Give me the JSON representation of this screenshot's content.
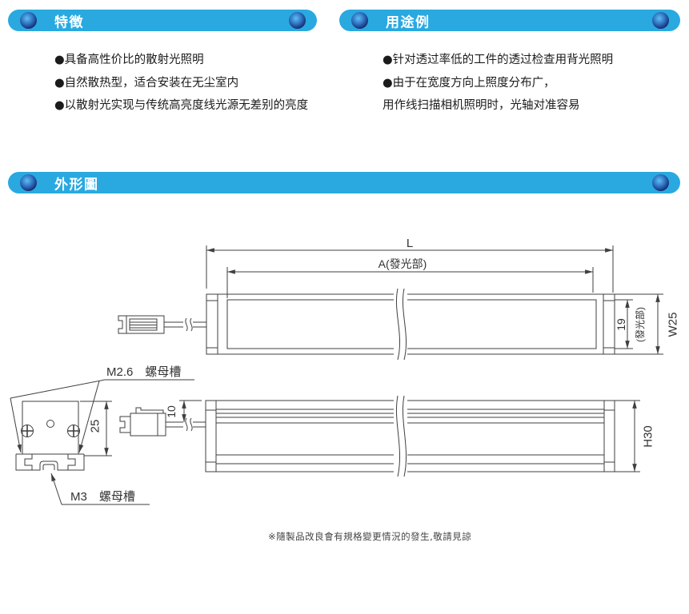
{
  "banners": {
    "features": "特徴",
    "applications": "用途例",
    "outline": "外形圖"
  },
  "features": {
    "items": [
      "●具备高性价比的散射光照明",
      "●自然散热型，适合安装在无尘室内",
      "●以散射光实现与传统高亮度线光源无差别的亮度"
    ]
  },
  "applications": {
    "items": [
      "●针对透过率低的工件的透过检查用背光照明",
      "●由于在宽度方向上照度分布广，",
      "用作线扫描相机照明时，光轴对准容易"
    ]
  },
  "drawing": {
    "top_view": {
      "dim_total_length": "L",
      "dim_emitting_length": "A(發光部)",
      "dim_emitting_width": "19",
      "dim_emitting_width_label": "(發光部)",
      "dim_overall_width": "W25"
    },
    "side_view": {
      "dim_overall_height": "H30",
      "dim_cable_offset": "10"
    },
    "end_view": {
      "dim_body_height": "25",
      "label_nut_slot_m26": "M2.6　螺母槽",
      "label_nut_slot_m3": "M3　螺母槽"
    }
  },
  "footnote": "※隨製品改良會有規格變更情況的發生,敬請見諒",
  "colors": {
    "banner_blue": "#29A9E0",
    "knob_navy": "#101E5C",
    "line_color": "#3F3F3F"
  }
}
